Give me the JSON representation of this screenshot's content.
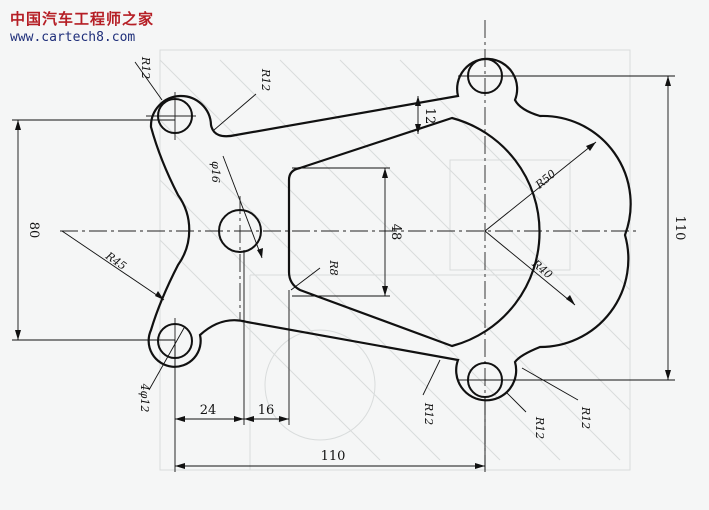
{
  "watermark": {
    "title": "中国汽车工程师之家",
    "url": "www.cartech8.com"
  },
  "drawing": {
    "dimensions": {
      "height_80": "80",
      "height_48": "48",
      "height_110": "110",
      "width_24": "24",
      "width_16": "16",
      "width_110": "110",
      "wall_12": "12"
    },
    "callouts": {
      "r12_top_left": "R12",
      "r12_top_fillet": "R12",
      "phi16": "φ16",
      "r45": "R45",
      "r8": "R8",
      "r50": "R50",
      "r40": "R40",
      "holes_4phi12": "4φ12",
      "r12_bottom_fillet": "R12",
      "r12_bottom_hole": "R12",
      "r12_bottom_right": "R12"
    }
  }
}
